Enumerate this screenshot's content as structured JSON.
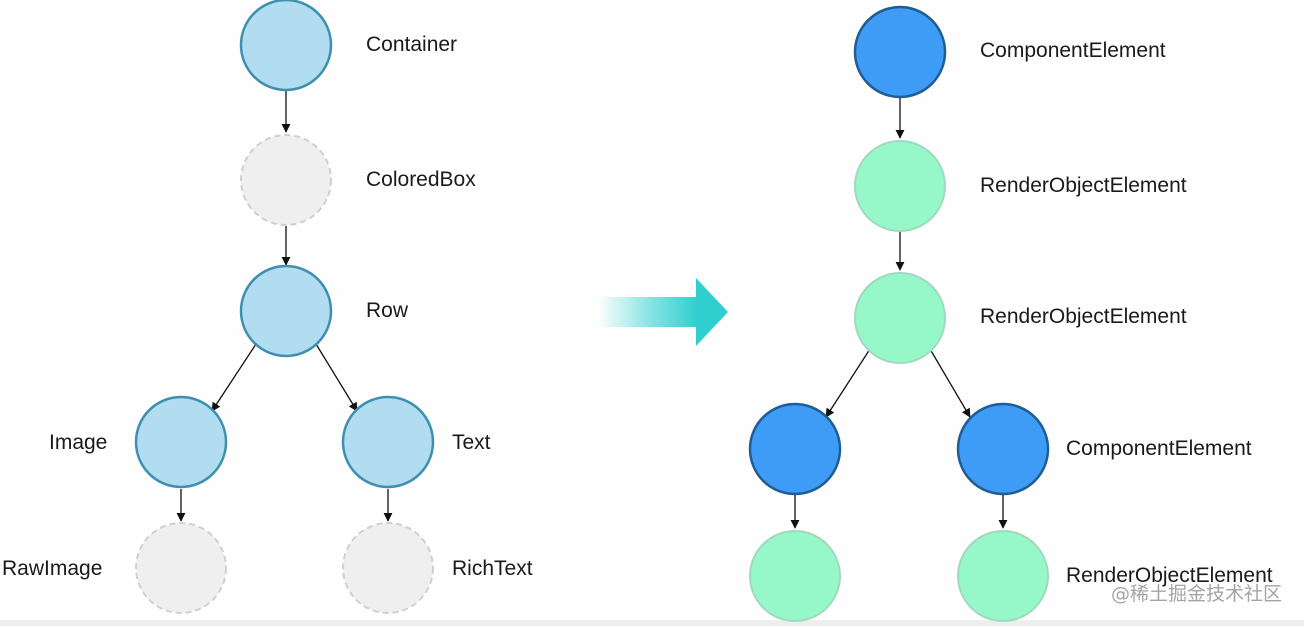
{
  "left_tree": {
    "container": "Container",
    "colored_box": "ColoredBox",
    "row": "Row",
    "image": "Image",
    "text": "Text",
    "raw_image": "RawImage",
    "rich_text": "RichText"
  },
  "right_tree": {
    "root": "ComponentElement",
    "level2": "RenderObjectElement",
    "level3": "RenderObjectElement",
    "branch": "ComponentElement",
    "leaf": "RenderObjectElement"
  },
  "watermark": "@稀土掘金技术社区",
  "colors": {
    "widget_fill": "#b2dcef",
    "widget_stroke": "#3e8fb0",
    "ghost_fill": "#efefef",
    "ghost_stroke": "#d0d0d0",
    "component_fill": "#3f9cf6",
    "component_stroke": "#1f5d95",
    "render_fill": "#96f7c8",
    "render_stroke": "#9fd9c0",
    "arrow": "#2fcfcf"
  }
}
